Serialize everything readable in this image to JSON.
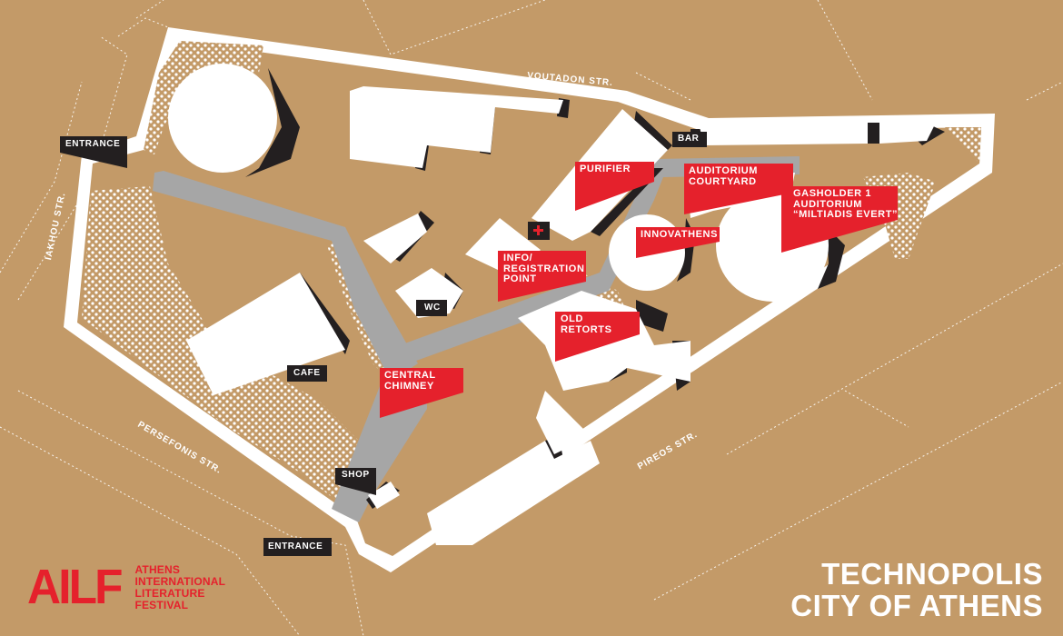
{
  "colors": {
    "ground": "#c39a68",
    "building": "#ffffff",
    "path": "#a6a6a6",
    "shadow": "#231f20",
    "highlight": "#e5212c"
  },
  "streets": {
    "voutadon": "VOUTADON STR.",
    "iakhou": "IAKHOU STR.",
    "persefonis": "PERSEFONIS STR.",
    "pireos": "PIREOS STR."
  },
  "black_labels": {
    "entrance_left": "ENTRANCE",
    "entrance_bottom": "ENTRANCE",
    "bar": "BAR",
    "wc": "WC",
    "cafe": "CAFE",
    "shop": "SHOP"
  },
  "red_labels": {
    "purifier": "PURIFIER",
    "auditorium_courtyard": "AUDITORIUM\nCOURTYARD",
    "gasholder": "GASHOLDER 1\nAUDITORIUM\n“MILTIADIS EVERT”",
    "innovathens": "INNOVATHENS",
    "info": "INFO/\nREGISTRATION\nPOINT",
    "old_retorts": "OLD\nRETORTS",
    "central_chimney": "CENTRAL\nCHIMNEY"
  },
  "first_aid_icon": "cross-icon",
  "title": {
    "line1": "TECHNOPOLIS",
    "line2": "CITY OF ATHENS"
  },
  "logo": {
    "mark": "AILF",
    "line1": "ATHENS",
    "line2": "INTERNATIONAL",
    "line3": "LITERATURE",
    "line4": "FESTIVAL"
  }
}
